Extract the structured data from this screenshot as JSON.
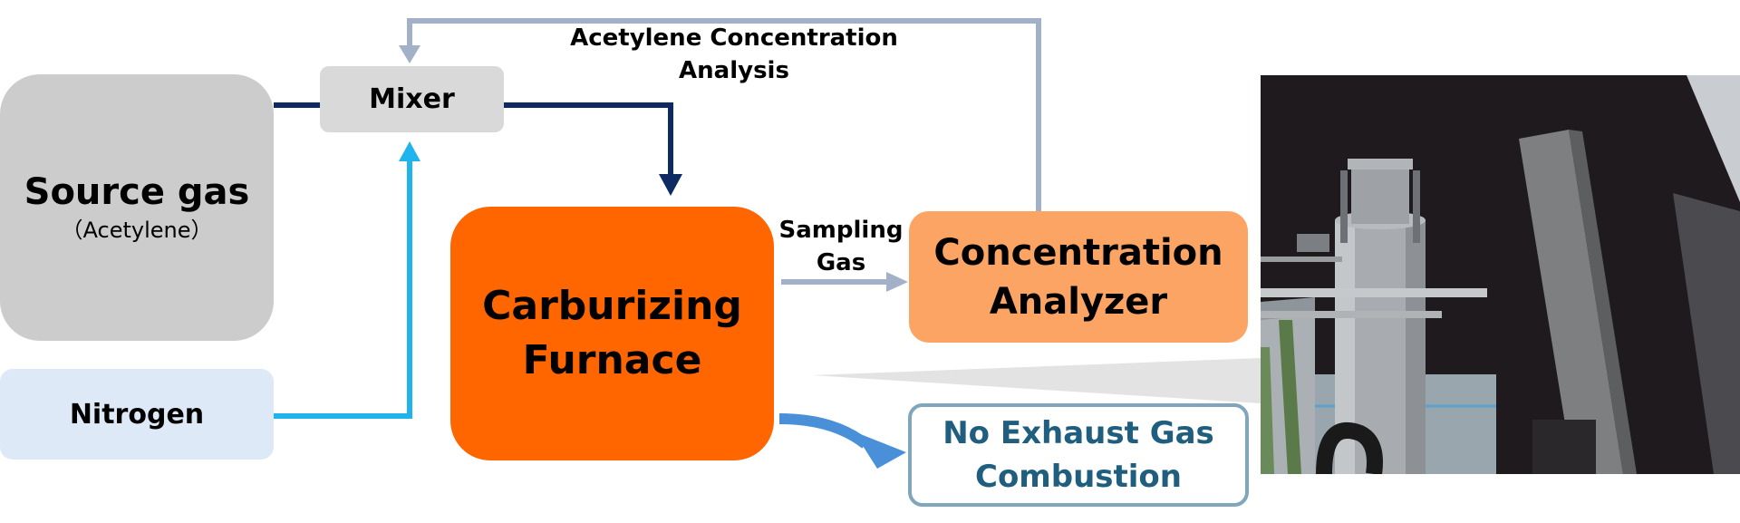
{
  "diagram": {
    "source_gas": {
      "title": "Source gas",
      "subtitle": "（Acetylene）"
    },
    "nitrogen": {
      "label": "Nitrogen"
    },
    "mixer": {
      "label": "Mixer"
    },
    "furnace": {
      "line1": "Carburizing",
      "line2": "Furnace"
    },
    "analyzer": {
      "line1": "Concentration",
      "line2": "Analyzer"
    },
    "exhaust": {
      "line1": "No Exhaust Gas",
      "line2": "Combustion"
    },
    "feedback_label": {
      "line1": "Acetylene Concentration",
      "line2": "Analysis"
    },
    "sampling_label": {
      "line1": "Sampling",
      "line2": "Gas"
    }
  },
  "colors": {
    "source_fill": "#cccccc",
    "nitrogen_fill": "#dde9f6",
    "mixer_fill": "#d9d9d9",
    "furnace_fill": "#ff6600",
    "analyzer_fill": "#fca464",
    "exhaust_border": "#7fa6ba",
    "exhaust_text": "#1f5e7e",
    "source_line": "#0d2a62",
    "nitrogen_line": "#1fb4ee",
    "feedback_line": "#a3b1c8",
    "sampling_line": "#a3b1c8",
    "exhaust_arrow": "#4a90d9"
  },
  "photo": {
    "subject": "furnace-equipment-photo"
  }
}
